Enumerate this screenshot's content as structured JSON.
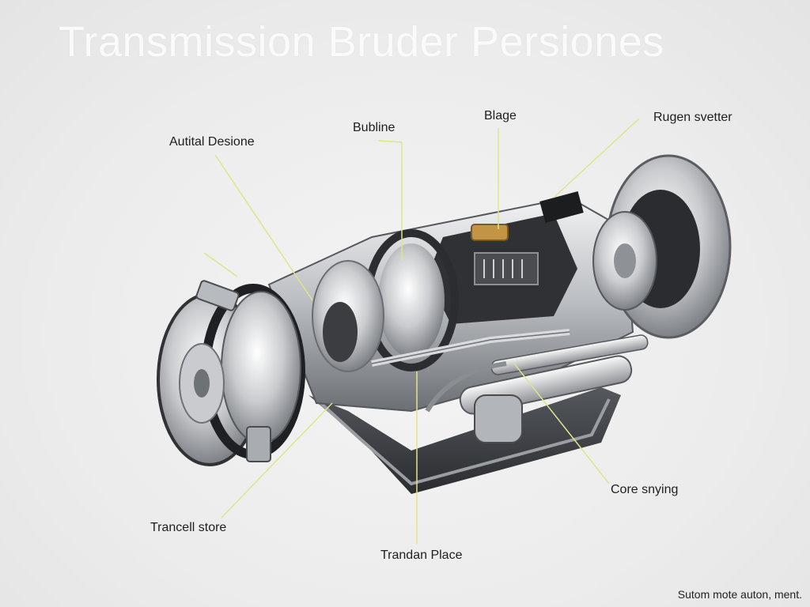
{
  "title": "Transmission Bruder Persiones",
  "labels": {
    "autital_desione": "Autital Desione",
    "bubline": "Bubline",
    "blage": "Blage",
    "rugen_svetter": "Rugen svetter",
    "trancell_store": "Trancell store",
    "trandan_place": "Trandan Place",
    "core_snying": "Core snying"
  },
  "footer": "Sutom mote auton, ment.",
  "colors": {
    "leader_line": "#dfe58a",
    "metal_light": "#e2e4e6",
    "metal_dark": "#3a3c40",
    "accent_brass": "#b8893a"
  }
}
